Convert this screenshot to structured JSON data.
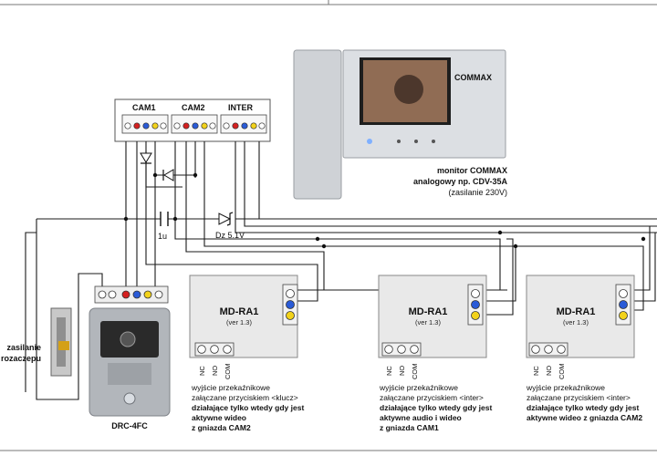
{
  "interface": {
    "labels": [
      "CAM1",
      "CAM2",
      "INTER"
    ]
  },
  "monitor": {
    "brand": "COMMAX",
    "caption": [
      "monitor COMMAX",
      "analogowy np. CDV-35A",
      "(zasilanie 230V)"
    ]
  },
  "components": {
    "capacitor": "1u",
    "zener": "Dz 5.1V"
  },
  "lock": {
    "caption": [
      "zasilanie",
      "rozaczepu"
    ]
  },
  "door_station": {
    "model": "DRC-4FC"
  },
  "modules": [
    {
      "name": "MD-RA1",
      "version": "(ver 1.3)",
      "terminals": [
        "NC",
        "NO",
        "COM"
      ],
      "caption_normal": [
        "wyjście przekaźnikowe",
        "załączane przyciskiem <klucz>"
      ],
      "caption_bold": [
        "działające tylko wtedy gdy jest",
        "aktywne wideo",
        "z gniazda CAM2"
      ]
    },
    {
      "name": "MD-RA1",
      "version": "(ver 1.3)",
      "terminals": [
        "NC",
        "NO",
        "COM"
      ],
      "caption_normal": [
        "wyjście przekaźnikowe",
        "załączane przyciskiem <inter>"
      ],
      "caption_bold": [
        "działające tylko wtedy gdy jest",
        "aktywne audio i wideo",
        "z gniazda CAM1"
      ]
    },
    {
      "name": "MD-RA1",
      "version": "(ver 1.3)",
      "terminals": [
        "NC",
        "NO",
        "COM"
      ],
      "caption_normal": [
        "wyjście przekaźnikowe",
        "załączane przyciskiem <inter>"
      ],
      "caption_bold": [
        "działające tylko wtedy gdy jest",
        "aktywne wideo z gniazda CAM2"
      ]
    }
  ],
  "colors": {
    "red": "#d42020",
    "blue": "#2a5bd7",
    "yellow": "#f2d21a",
    "white": "#ffffff",
    "module_fill": "#e9e9e9",
    "monitor_body": "#d9dce0",
    "station_body": "#a9adb2"
  }
}
